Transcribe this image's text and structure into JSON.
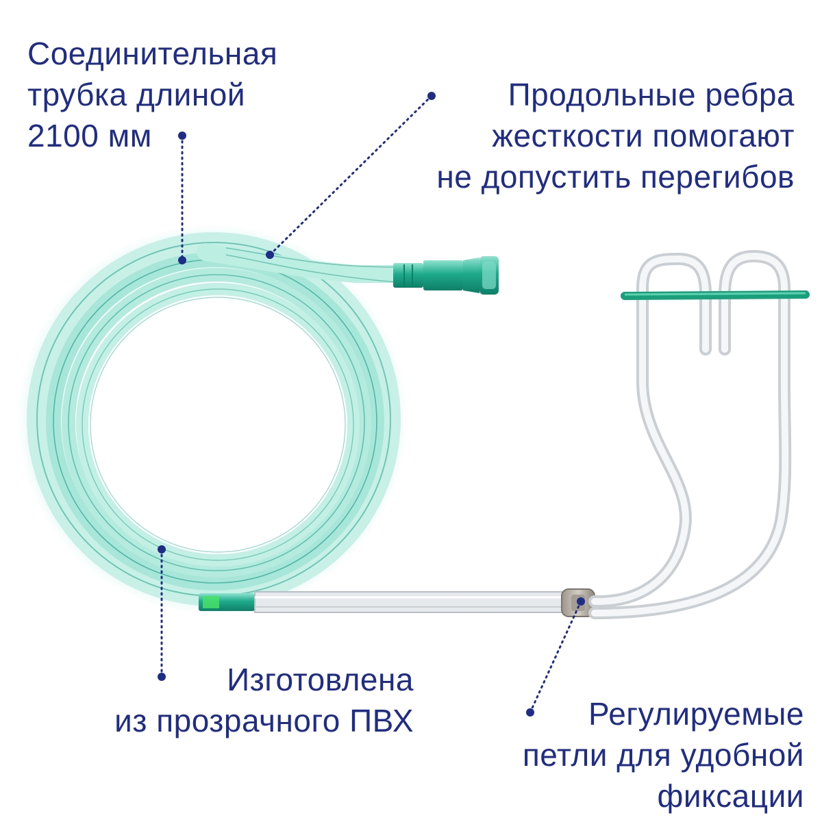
{
  "callouts": {
    "length": {
      "lines": [
        "Соединительная",
        "трубка длиной",
        "2100 мм"
      ]
    },
    "ribs": {
      "lines": [
        "Продольные ребра",
        "жесткости помогают",
        "не допустить перегибов"
      ]
    },
    "material": {
      "lines": [
        "Изготовлена",
        "из прозрачного ПВХ"
      ]
    },
    "loops": {
      "lines": [
        "Регулируемые",
        "петли для удобной",
        "фиксации"
      ]
    }
  },
  "colors": {
    "text": "#1f2d86",
    "leader": "#1f2d86",
    "tube": "#9fe0d4",
    "tube_edge": "#5ec2b0",
    "connector": "#1faa8c",
    "prong_band": "#1a9f7c",
    "clear_tube": "#d9dde0",
    "slider": "#b9b2a8"
  },
  "icons": {
    "product": "nasal-oxygen-cannula-illustration"
  }
}
